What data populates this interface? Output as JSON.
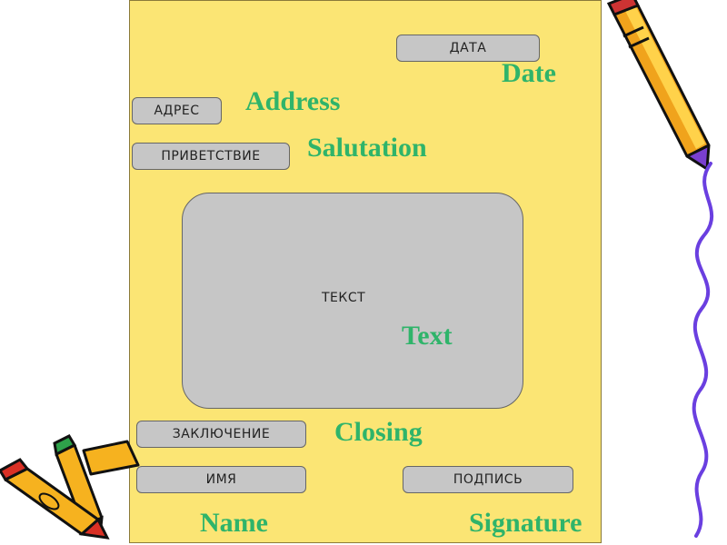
{
  "labels": {
    "date_ru": "ДАТА",
    "address_ru": "АДРЕС",
    "salutation_ru": "ПРИВЕТСТВИЕ",
    "text_ru": "ТЕКСТ",
    "closing_ru": "ЗАКЛЮЧЕНИЕ",
    "name_ru": "ИМЯ",
    "signature_ru": "ПОДПИСЬ"
  },
  "translations": {
    "date_en": "Date",
    "address_en": "Address",
    "salutation_en": "Salutation",
    "text_en": "Text",
    "closing_en": "Closing",
    "name_en": "Name",
    "signature_en": "Signature"
  },
  "colors": {
    "letter_background": "#fbe574",
    "box_fill": "#c6c6c6",
    "english_text": "#2fb46a"
  },
  "decorations": [
    "pencil-icon",
    "crayons-icon",
    "squiggle-line"
  ]
}
